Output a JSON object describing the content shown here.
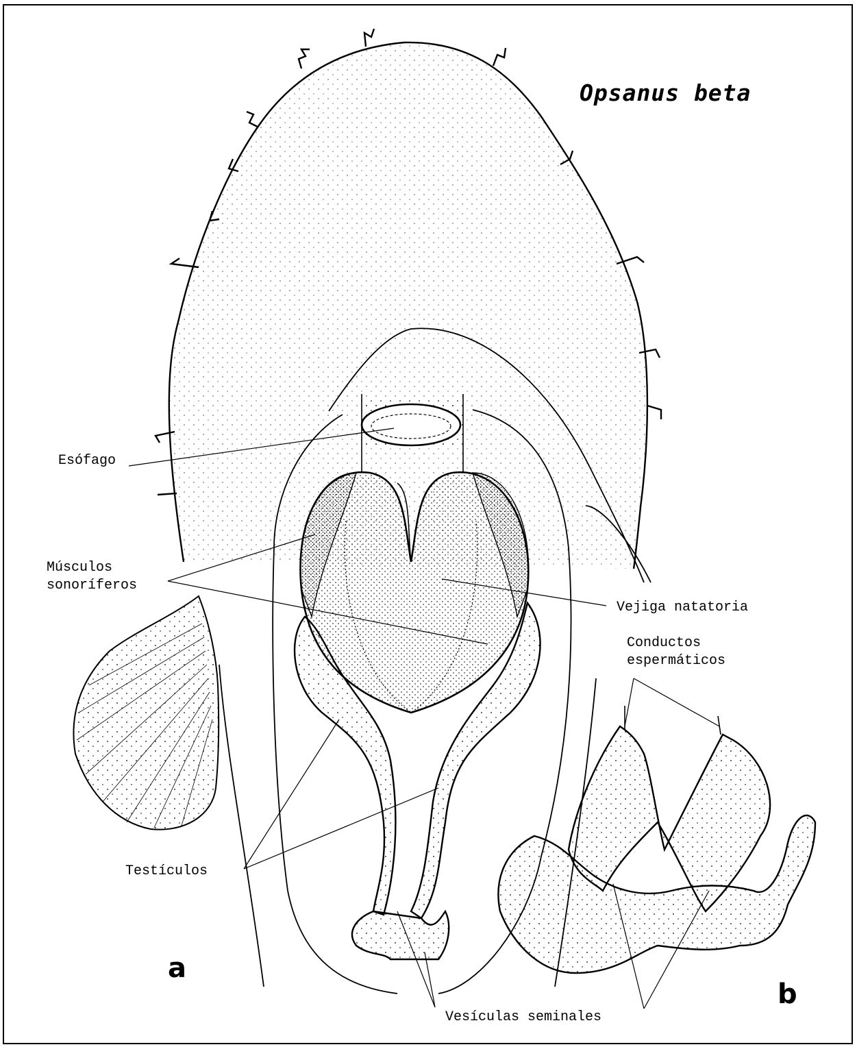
{
  "figure": {
    "title": "Opsanus beta",
    "labels": {
      "esofago": "Esófago",
      "musculos_line1": "Músculos",
      "musculos_line2": "sonoríferos",
      "vejiga": "Vejiga natatoria",
      "conductos_line1": "Conductos",
      "conductos_line2": "espermáticos",
      "testiculos": "Testículos",
      "vesiculas": "Vesículas seminales"
    },
    "panels": {
      "a": "a",
      "b": "b"
    }
  }
}
